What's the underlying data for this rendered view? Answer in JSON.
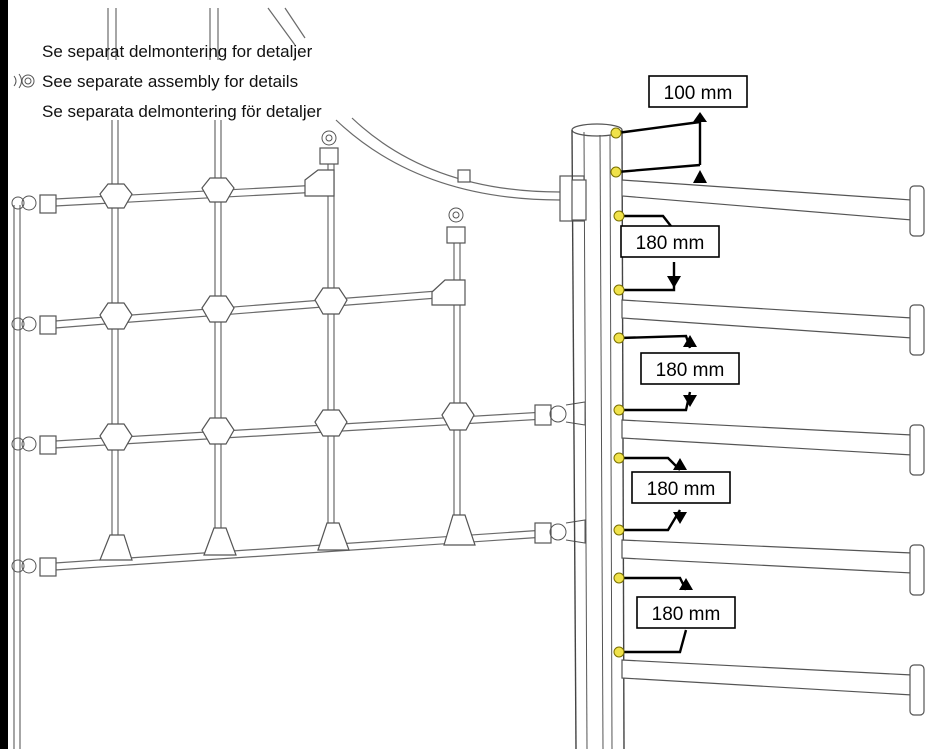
{
  "notes": {
    "line_1": "Se separat delmontering for detaljer",
    "line_2": "See separate assembly for details",
    "line_3": "Se separata delmontering för detaljer",
    "icon": "rope-coil-icon"
  },
  "dimensions": {
    "top": "100 mm",
    "d1": "180 mm",
    "d2": "180 mm",
    "d3": "180 mm",
    "d4": "180 mm"
  },
  "colors": {
    "background_frame": "#000000",
    "marker_dot": "#f0e24a"
  }
}
